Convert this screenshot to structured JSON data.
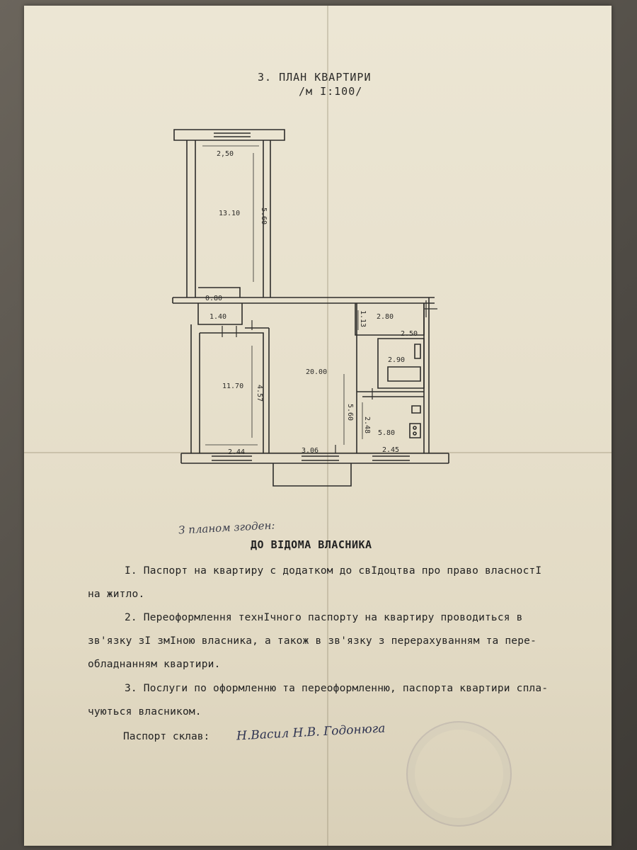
{
  "plan": {
    "title": "3. ПЛАН КВАРТИРИ",
    "scale": "/м I:100/",
    "dimensions": {
      "room1_width": "2,50",
      "room1_area": "13.10",
      "room1_length": "5.60",
      "corridor_small": "0.80",
      "hall_width": "1.40",
      "room2_area": "11.70",
      "room2_length": "4.57",
      "room2_width": "2.44",
      "main_area": "20.00",
      "main_width": "3.06",
      "main_length": "5.60",
      "wc_width": "1.13",
      "wc_length": "2.80",
      "wc_side": "2.50",
      "bath_area": "2.90",
      "kitchen_area": "5.80",
      "kitchen_length": "2.48",
      "kitchen_width": "2.45"
    }
  },
  "handwritten_note": "З планом згоден:",
  "notice": {
    "heading": "ДО ВІДОМА ВЛАСНИКА",
    "item1_line1": "I. Паспорт на квартиру с додатком до свIдоцтва про право власностI",
    "item1_line2": "на житло.",
    "item2_line1": "2. Переоформлення технIчного паспорту на квартиру проводиться в",
    "item2_line2": "зв'язку зI змIною власника, а також в зв'язку з перерахуванням та пере-",
    "item2_line3": "обладнанням квартири.",
    "item3_line1": "3. Послуги по оформленню та переоформленню, паспорта квартири спла-",
    "item3_line2": "чуються власником."
  },
  "passport": {
    "label": "Паспорт склав:",
    "signature": "Н.Васил  Н.В. Годонюга"
  }
}
